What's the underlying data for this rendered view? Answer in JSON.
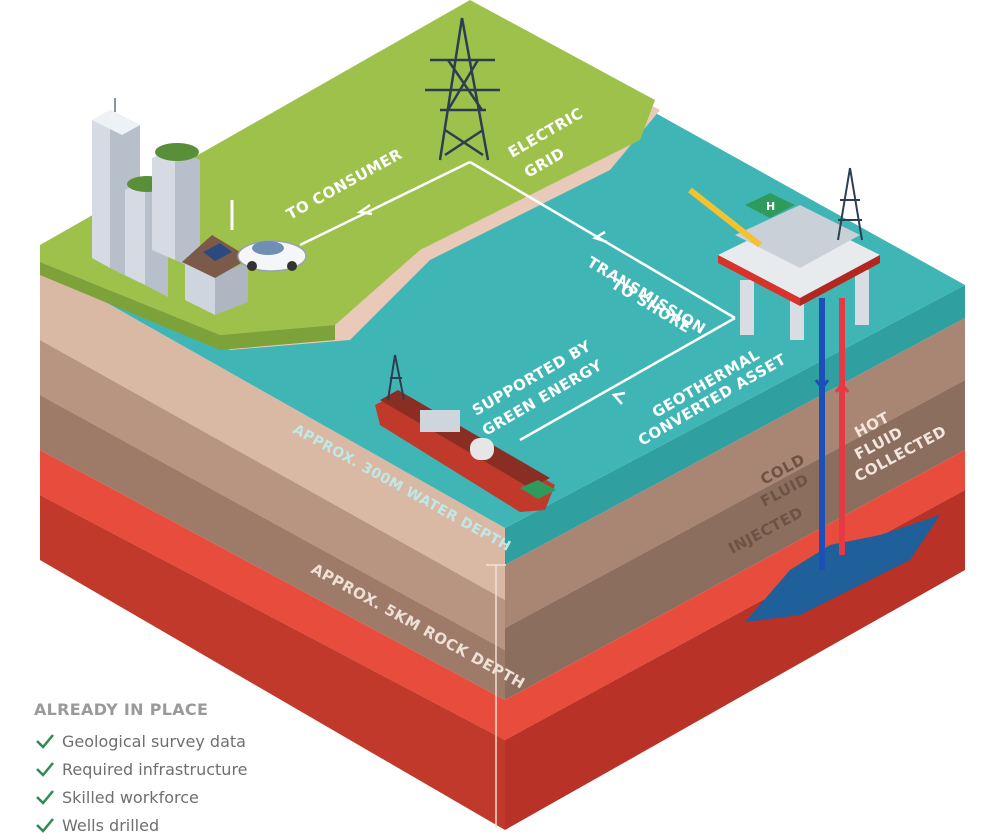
{
  "labels": {
    "to_consumer": "TO CONSUMER",
    "electric_grid_1": "ELECTRIC",
    "electric_grid_2": "GRID",
    "transmission_1": "TRANSMISSION",
    "transmission_2": "TO SHORE",
    "supported_1": "SUPPORTED BY",
    "supported_2": "GREEN ENERGY",
    "geothermal_1": "GEOTHERMAL",
    "geothermal_2": "CONVERTED ASSET",
    "water_depth": "APPROX. 300M WATER DEPTH",
    "rock_depth": "APPROX. 5KM ROCK DEPTH",
    "cold_1": "COLD",
    "cold_2": "FLUID",
    "cold_3": "INJECTED",
    "hot_1": "HOT",
    "hot_2": "FLUID",
    "hot_3": "COLLECTED",
    "heli_mark": "H"
  },
  "legend": {
    "title": "ALREADY IN PLACE",
    "items": [
      "Geological survey data",
      "Required infrastructure",
      "Skilled workforce",
      "Wells drilled"
    ]
  },
  "colors": {
    "land": "#9dc14b",
    "land_side": "#7ea23a",
    "sea": "#3fb6b5",
    "sea_deep": "#2f9f9f",
    "sand": "#e9c9b8",
    "rock_light": "#c9a892",
    "rock_mid": "#a98673",
    "rock_dark": "#8b6e5e",
    "magma": "#e74c3c",
    "magma_dark": "#c0392b",
    "cold_pipe": "#1d4fb8",
    "hot_pipe": "#e63946",
    "check": "#2e8b57"
  }
}
